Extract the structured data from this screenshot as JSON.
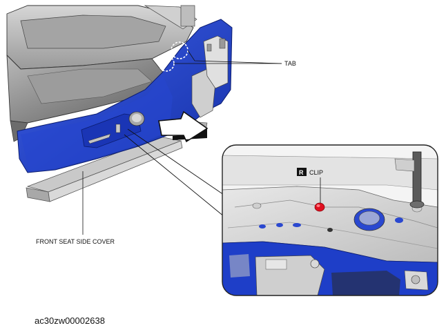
{
  "labels": {
    "tab": "TAB",
    "front_seat_side_cover": "FRONT SEAT SIDE COVER",
    "clip_badge": "R",
    "clip": "CLIP"
  },
  "figure_code": "ac30zw00002638",
  "colors": {
    "cover_blue": "#1e3ec8",
    "seat_gray": "#7a7a7a",
    "clip_red": "#e01020",
    "arrow_black": "#111111"
  }
}
